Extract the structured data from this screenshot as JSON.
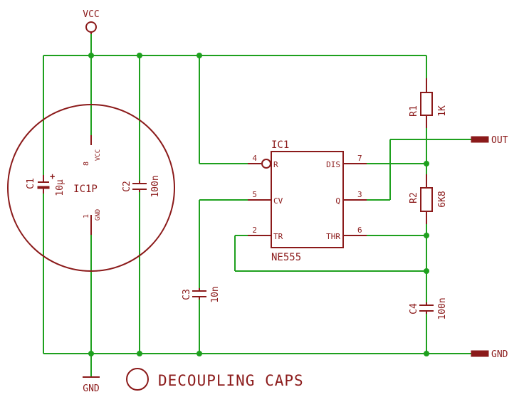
{
  "schematic": {
    "colors": {
      "wire": "#1ea01e",
      "part": "#8b1a1a",
      "background": "#ffffff"
    },
    "supply": {
      "vcc": "VCC",
      "gnd": "GND"
    },
    "ic": {
      "ref": "IC1",
      "value": "NE555",
      "power_part": "IC1P",
      "power_pins": [
        {
          "num": "8",
          "name": "VCC"
        },
        {
          "num": "1",
          "name": "GND"
        }
      ],
      "pins": [
        {
          "num": "4",
          "name": "R"
        },
        {
          "num": "5",
          "name": "CV"
        },
        {
          "num": "2",
          "name": "TR"
        },
        {
          "num": "7",
          "name": "DIS"
        },
        {
          "num": "3",
          "name": "Q"
        },
        {
          "num": "6",
          "name": "THR"
        }
      ]
    },
    "components": [
      {
        "ref": "C1",
        "value": "10µ"
      },
      {
        "ref": "C2",
        "value": "100n"
      },
      {
        "ref": "C3",
        "value": "10n"
      },
      {
        "ref": "C4",
        "value": "100n"
      },
      {
        "ref": "R1",
        "value": "1K"
      },
      {
        "ref": "R2",
        "value": "6K8"
      }
    ],
    "ports": {
      "out": "OUT",
      "gnd": "GND"
    },
    "annotation": "DECOUPLING CAPS"
  }
}
